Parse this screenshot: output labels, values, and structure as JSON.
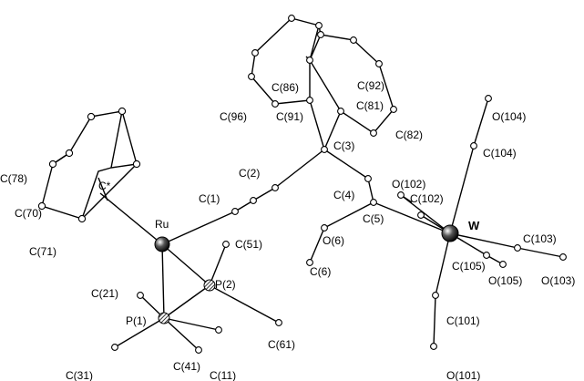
{
  "labels": {
    "C86": "C(86)",
    "C92": "C(92)",
    "C96": "C(96)",
    "C91": "C(91)",
    "C81": "C(81)",
    "C82": "C(82)",
    "O104": "O(104)",
    "C3": "C(3)",
    "C104": "C(104)",
    "C2": "C(2)",
    "C78": "C(78)",
    "Cstar": "C*",
    "O102": "O(102)",
    "C102": "C(102)",
    "C4": "C(4)",
    "C1": "C(1)",
    "W": "W",
    "C70": "C(70)",
    "C5": "C(5)",
    "Ru": "Ru",
    "O6": "O(6)",
    "C103": "C(103)",
    "C51": "C(51)",
    "C71": "C(71)",
    "C105": "C(105)",
    "C6": "C(6)",
    "O105": "O(105)",
    "O103": "O(103)",
    "P2": "P(2)",
    "C21": "C(21)",
    "P1": "P(1)",
    "C101": "C(101)",
    "C61": "C(61)",
    "C41": "C(41)",
    "C31": "C(31)",
    "C11": "C(11)",
    "O101": "O(101)"
  }
}
